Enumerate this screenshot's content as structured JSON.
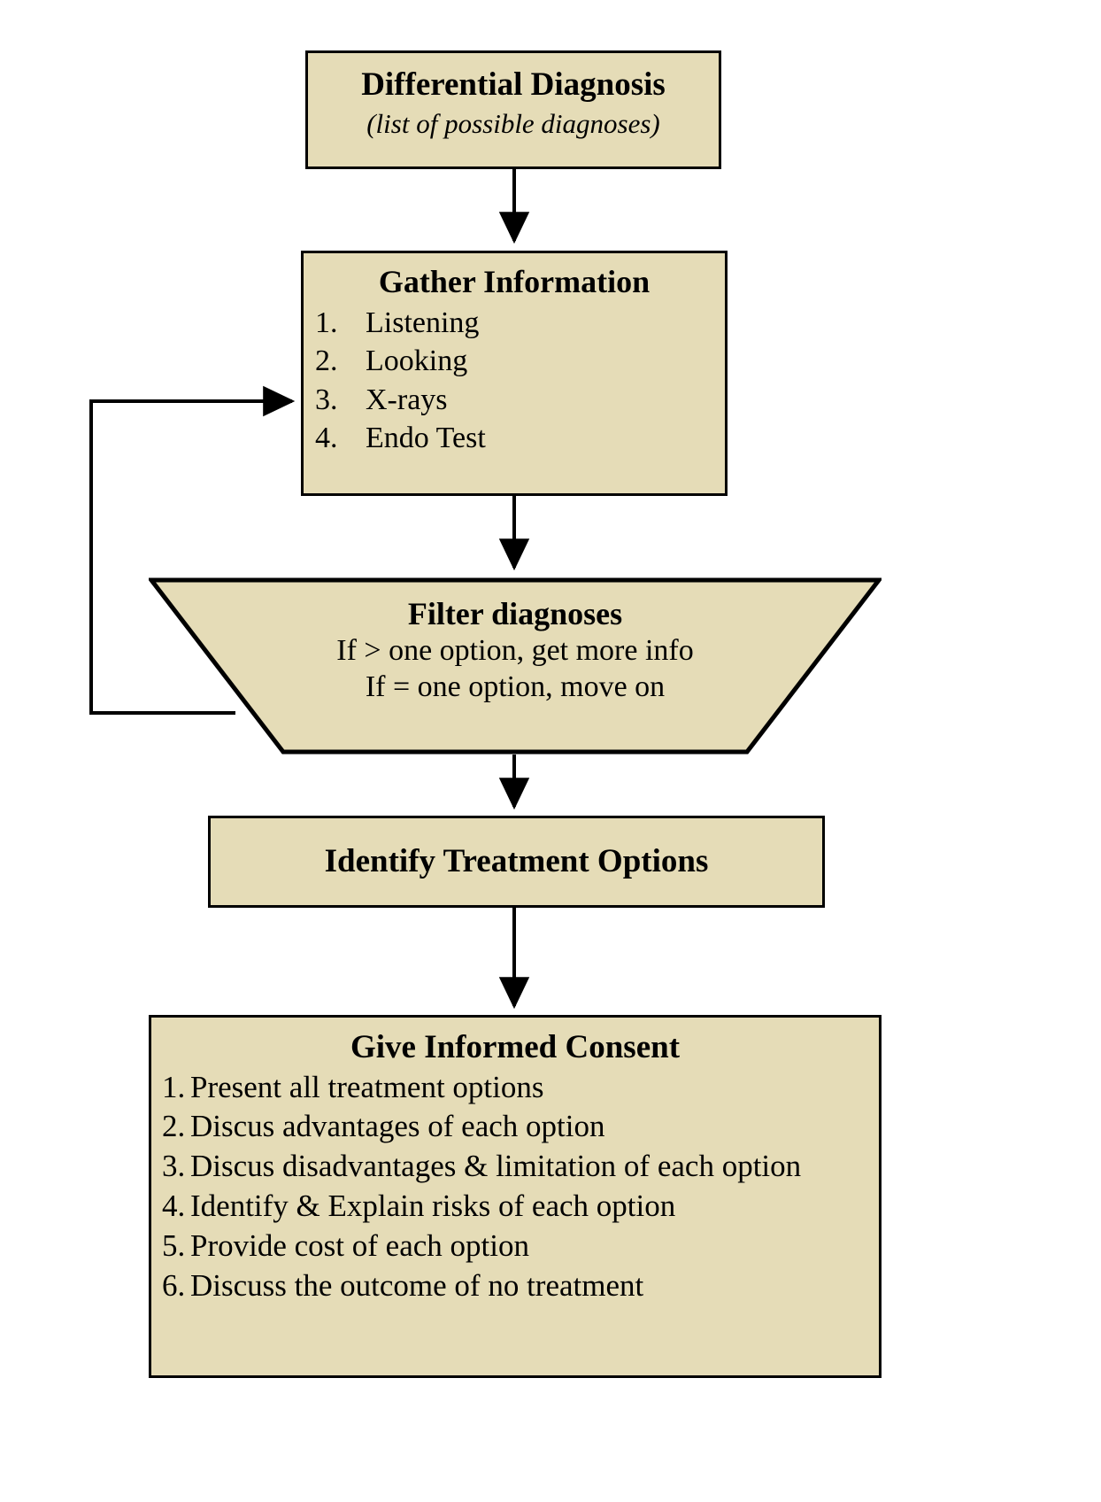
{
  "diagram": {
    "title": "Clinical decision-making flowchart",
    "palette": {
      "node_fill": "#E5DCB7",
      "node_border": "#000000",
      "connector": "#000000",
      "page_background": "#FFFFFF"
    },
    "nodes": {
      "differential_diagnosis": {
        "shape": "rectangle",
        "title": "Differential Diagnosis",
        "subtitle": "(list of possible diagnoses)"
      },
      "gather_information": {
        "shape": "rectangle",
        "title": "Gather Information",
        "items": [
          {
            "num": "1.",
            "text": "Listening"
          },
          {
            "num": "2.",
            "text": "Looking"
          },
          {
            "num": "3.",
            "text": "X-rays"
          },
          {
            "num": "4.",
            "text": "Endo Test"
          }
        ]
      },
      "filter_diagnoses": {
        "shape": "trapezoid",
        "title": "Filter diagnoses",
        "line1": "If > one option, get more info",
        "line2": "If = one option, move on"
      },
      "identify_treatment_options": {
        "shape": "rectangle",
        "title": "Identify Treatment Options"
      },
      "give_informed_consent": {
        "shape": "rectangle",
        "title": "Give Informed Consent",
        "items": [
          {
            "num": "1.",
            "text": "Present all treatment options"
          },
          {
            "num": "2.",
            "text": "Discus advantages of each option"
          },
          {
            "num": "3.",
            "text": "Discus disadvantages & limitation of each option"
          },
          {
            "num": "4.",
            "text": "Identify & Explain risks of each option"
          },
          {
            "num": "5.",
            "text": "Provide cost of each option"
          },
          {
            "num": "6.",
            "text": "Discuss the outcome of no treatment"
          }
        ]
      }
    },
    "connectors": [
      {
        "name": "diff-to-gather",
        "from": "differential_diagnosis",
        "to": "gather_information",
        "style": "straight-down-arrow"
      },
      {
        "name": "gather-to-filter",
        "from": "gather_information",
        "to": "filter_diagnoses",
        "style": "straight-down-arrow"
      },
      {
        "name": "filter-feedback-to-gather",
        "from": "filter_diagnoses",
        "to": "gather_information",
        "style": "left-loop-arrow"
      },
      {
        "name": "filter-to-identify",
        "from": "filter_diagnoses",
        "to": "identify_treatment_options",
        "style": "straight-down-arrow"
      },
      {
        "name": "identify-to-consent",
        "from": "identify_treatment_options",
        "to": "give_informed_consent",
        "style": "straight-down-arrow"
      }
    ]
  }
}
